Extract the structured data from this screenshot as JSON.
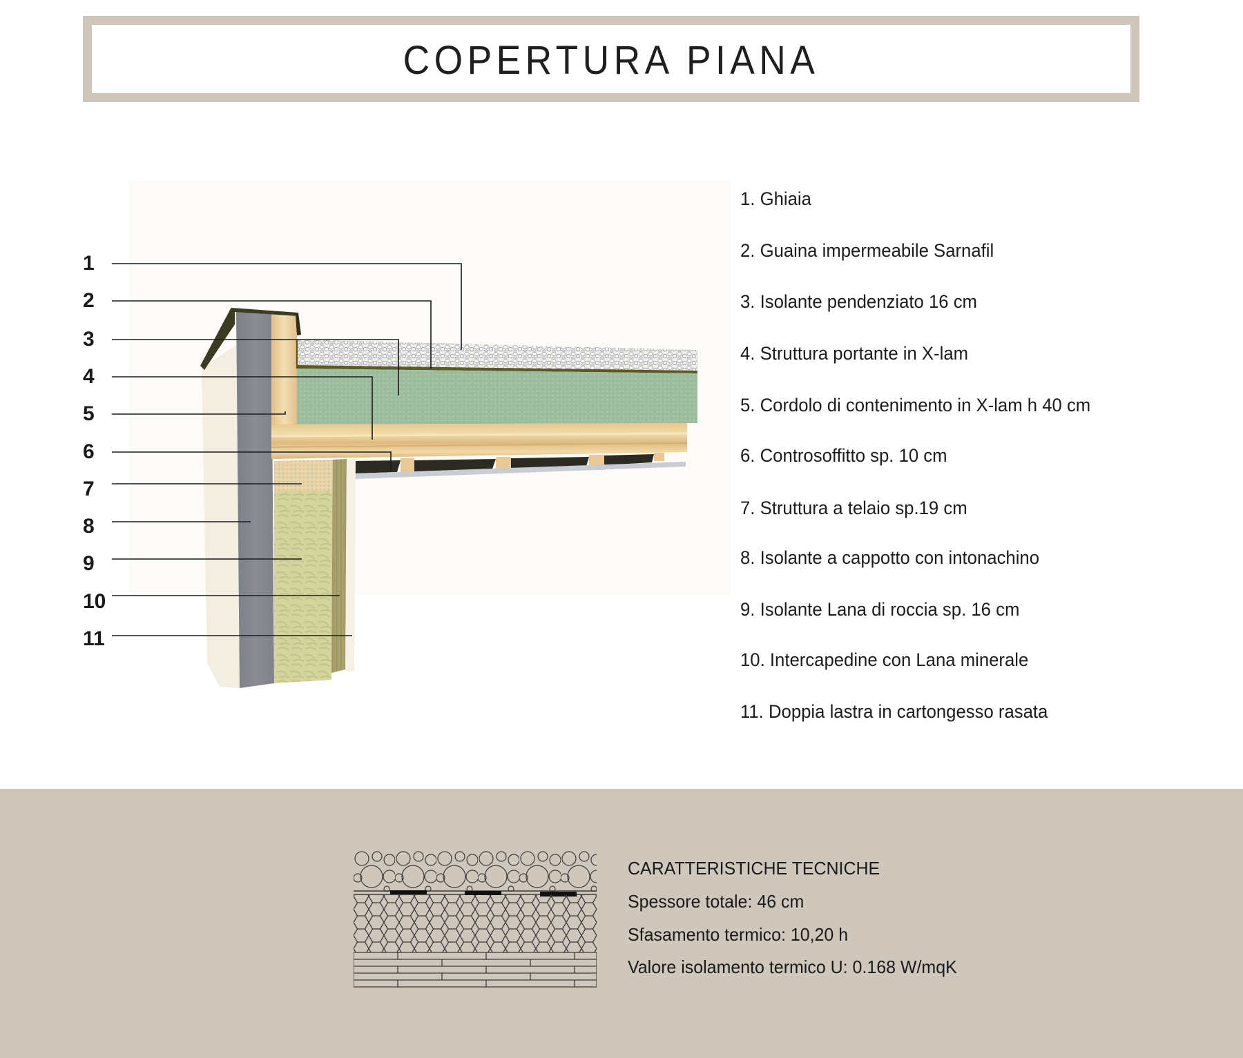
{
  "title": "COPERTURA PIANA",
  "colors": {
    "frame_beige": "#cfc7bc",
    "gravel": "#e9e9e6",
    "membrane": "#5a5a22",
    "insulation_green": "#9bbb9c",
    "xlam_wood": "#e2c48d",
    "external_insulation_gray": "#80848a",
    "rock_wool": "#cfd09a",
    "mineral_wool": "#a69f6c",
    "plaster": "#f4efe6"
  },
  "diagram": {
    "callout_numbers": [
      "1",
      "2",
      "3",
      "4",
      "5",
      "6",
      "7",
      "8",
      "9",
      "10",
      "11"
    ]
  },
  "legend": {
    "items": [
      "1. Ghiaia",
      "2. Guaina impermeabile Sarnafil",
      "3. Isolante pendenziato 16 cm",
      "4. Struttura portante in X-lam",
      "5. Cordolo di contenimento in X-lam h 40 cm",
      "6. Controsoffitto sp. 10 cm",
      "7. Struttura a telaio sp.19 cm",
      "8. Isolante a cappotto con intonachino",
      "9. Isolante Lana di roccia sp. 16 cm",
      "10. Intercapedine con Lana minerale",
      "11. Doppia lastra in cartongesso rasata"
    ]
  },
  "tech_specs": {
    "heading": "CARATTERISTICHE TECNICHE",
    "lines": [
      "Spessore totale: 46 cm",
      "Sfasamento termico: 10,20 h",
      "Valore isolamento termico U: 0.168 W/mqK"
    ]
  }
}
